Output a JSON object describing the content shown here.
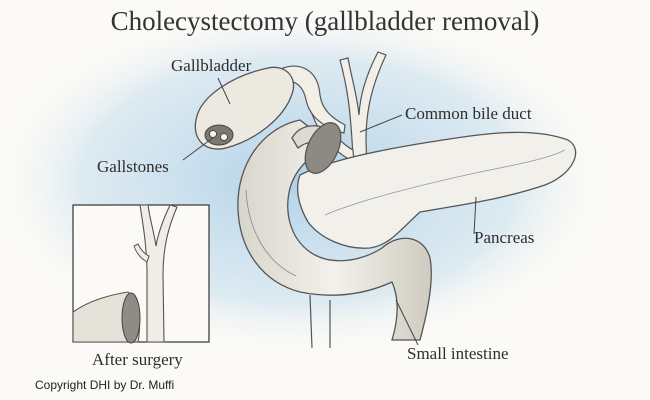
{
  "title": "Cholecystectomy (gallbladder removal)",
  "labels": {
    "gallbladder": "Gallbladder",
    "gallstones": "Gallstones",
    "common_bile_duct": "Common bile duct",
    "pancreas": "Pancreas",
    "small_intestine": "Small intestine",
    "after_surgery": "After surgery"
  },
  "copyright": "Copyright DHI by Dr. Muffi",
  "colors": {
    "background_wash": "#a9cde6",
    "organ_fill": "#efece4",
    "outline": "#555555"
  }
}
